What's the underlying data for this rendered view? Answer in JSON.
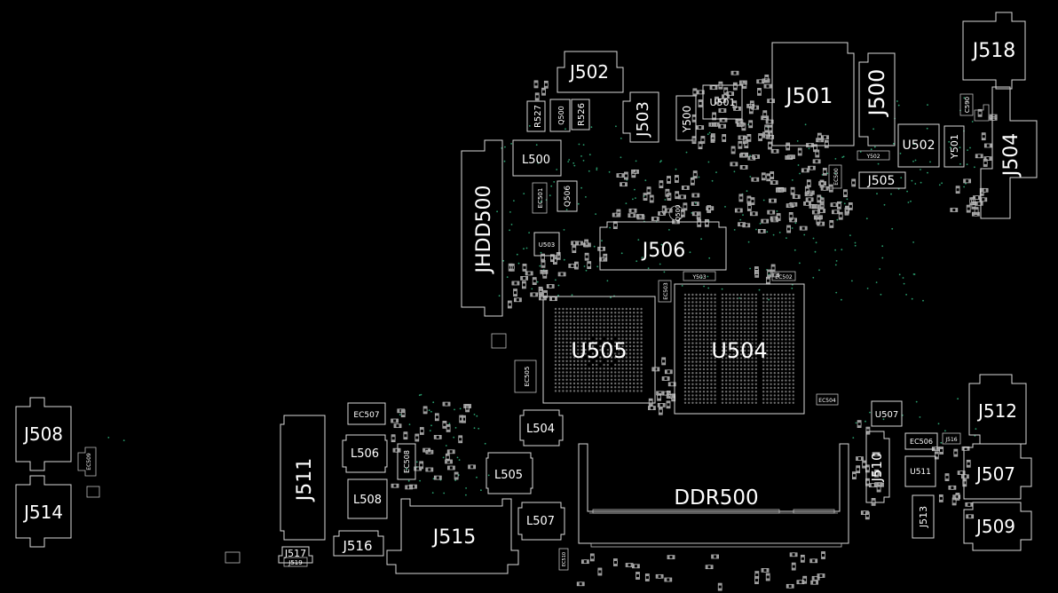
{
  "diagram": {
    "type": "pcb-boardview",
    "background": "#000000",
    "outline_color": "#d8d8d8",
    "via_color": "#2aa06f",
    "labels": {
      "J518": "J518",
      "J502": "J502",
      "J501": "J501",
      "J500": "J500",
      "J504": "J504",
      "J503": "J503",
      "Y500": "Y500",
      "U501": "U501",
      "U502": "U502",
      "Y501": "Y501",
      "C590": "C590",
      "Y502": "Y502",
      "R527": "R527",
      "Q500": "Q500",
      "R526": "R526",
      "L500": "L500",
      "JHDD500": "JHDD500",
      "EC501": "EC501",
      "Q506": "Q506",
      "U503": "U503",
      "J506": "J506",
      "J505": "J505",
      "EC500": "EC500",
      "EC502": "EC502",
      "EC503": "EC503",
      "Y503": "Y503",
      "Q500b": "Q500",
      "U505": "U505",
      "U504": "U504",
      "EC505": "EC505",
      "EC504": "EC504",
      "J508": "J508",
      "EC509": "EC509",
      "J514": "J514",
      "J511": "J511",
      "EC507": "EC507",
      "L506": "L506",
      "EC508": "EC508",
      "L508": "L508",
      "L504": "L504",
      "L505": "L505",
      "L507": "L507",
      "J515": "J515",
      "J516": "J516",
      "J517": "J517",
      "J519": "J519",
      "DDR500": "DDR500",
      "EC510": "EC510",
      "U507": "U507",
      "J510": "J510",
      "EC506": "EC506",
      "J512": "J512",
      "J516b": "J516",
      "U511": "U511",
      "J507": "J507",
      "J513": "J513",
      "J509": "J509"
    }
  }
}
